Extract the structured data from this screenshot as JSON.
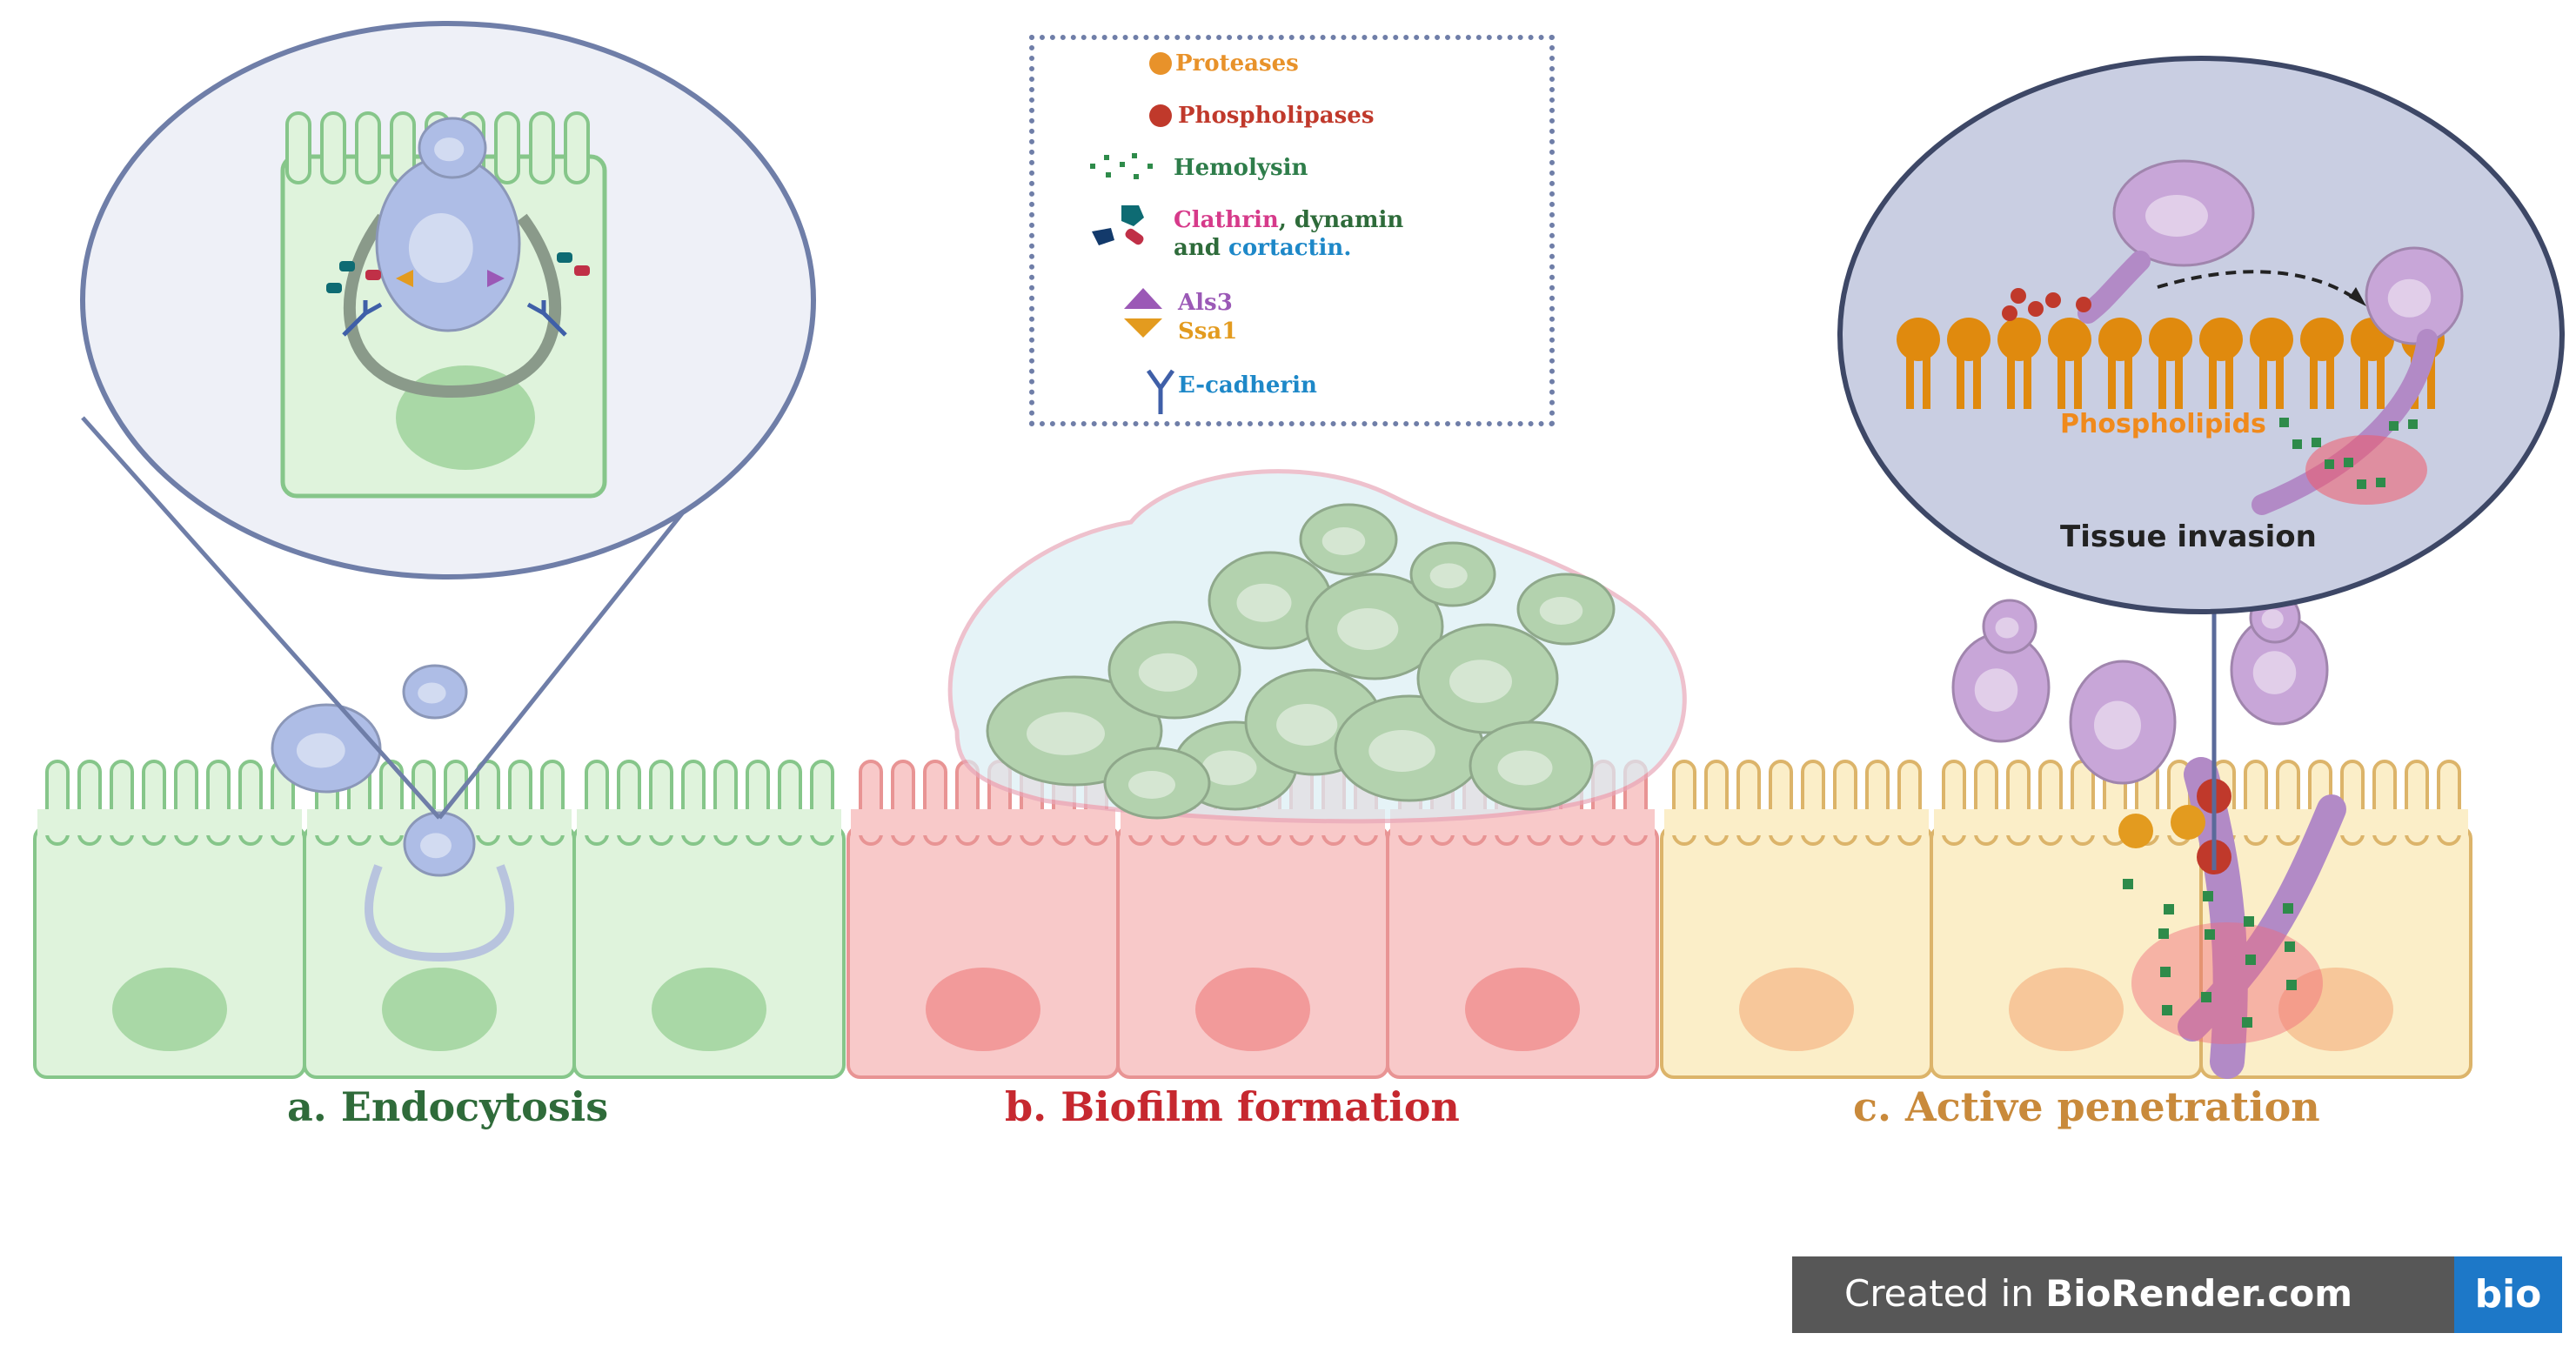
{
  "colors": {
    "endocytosis": "#2f6b3a",
    "biofilm": "#c6282f",
    "penetration": "#c98a3b",
    "greenCell": "#dff3dc",
    "redCell": "#f8c9c9",
    "yellowCell": "#fbeec8",
    "candidaBlue": "#aebde6",
    "candidaPurple": "#c8a6d8",
    "biofilmGreen": "#b3d2ae",
    "membraneOrange": "#e08a0e",
    "badgeGray": "#575757",
    "badgeBlue": "#1d78c8"
  },
  "legend": {
    "items": [
      {
        "icon": "protease-icon",
        "parts": [
          {
            "text": "Proteases",
            "color": "#e8922a"
          }
        ]
      },
      {
        "icon": "phospholipase-icon",
        "parts": [
          {
            "text": "Phospholipases",
            "color": "#c0392b"
          }
        ]
      },
      {
        "icon": "hemolysin-icon",
        "parts": [
          {
            "text": "Hemolysin",
            "color": "#2e7d4a"
          }
        ]
      },
      {
        "icon": "clathrin-icon",
        "parts": [
          {
            "text": "Clathrin",
            "color": "#d63a8a"
          },
          {
            "text": ", dynamin",
            "color": "#2e6b3a"
          }
        ]
      },
      {
        "icon": "",
        "parts": [
          {
            "text": "and ",
            "color": "#2e6b3a"
          },
          {
            "text": "cortactin.",
            "color": "#1e88c8"
          }
        ]
      },
      {
        "icon": "als3-icon",
        "parts": [
          {
            "text": "Als3",
            "color": "#9b59b6"
          }
        ]
      },
      {
        "icon": "ssa1-icon",
        "parts": [
          {
            "text": "Ssa1",
            "color": "#e39b1f"
          }
        ]
      },
      {
        "icon": "e-cadherin-icon",
        "parts": [
          {
            "text": "E-cadherin",
            "color": "#1e88c8"
          }
        ]
      }
    ]
  },
  "panels": [
    {
      "label": "a. Endocytosis",
      "color": "#2f6b3a"
    },
    {
      "label": "b. Biofilm formation",
      "color": "#c6282f"
    },
    {
      "label": "c. Active penetration",
      "color": "#c98a3b"
    }
  ],
  "zoom": {
    "phospholipids_label": "Phospholipids",
    "tissue_label": "Tissue invasion"
  },
  "badge": {
    "prefix": "Created in ",
    "brand": "BioRender.com",
    "logo": "bio"
  }
}
